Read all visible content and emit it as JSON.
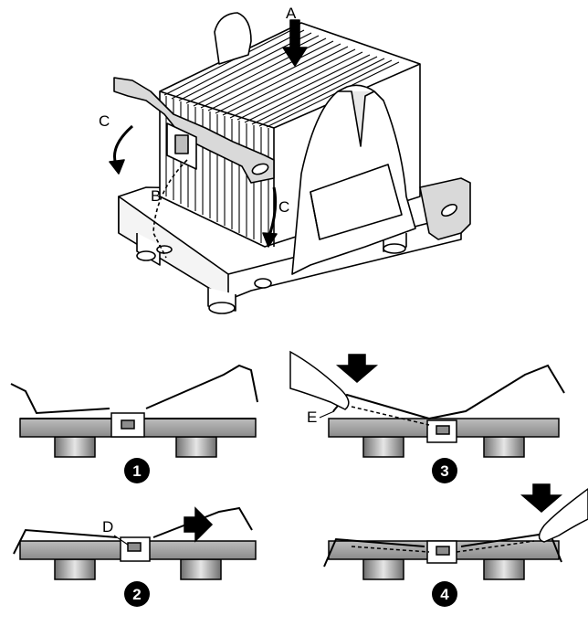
{
  "figure": {
    "callouts": {
      "a": "A",
      "b": "B",
      "c_left": "C",
      "c_right": "C",
      "d": "D",
      "e": "E"
    },
    "steps": [
      "1",
      "2",
      "3",
      "4"
    ],
    "colors": {
      "line": "#000000",
      "fill": "#ffffff",
      "shade": "#d9d9d9",
      "dark_shade": "#8c8c8c",
      "step_badge": "#000000"
    },
    "icons": {
      "push_arrow": "down-arrow-icon",
      "slide_arrow": "right-arrow-icon",
      "finger": "hand-finger-icon"
    }
  }
}
